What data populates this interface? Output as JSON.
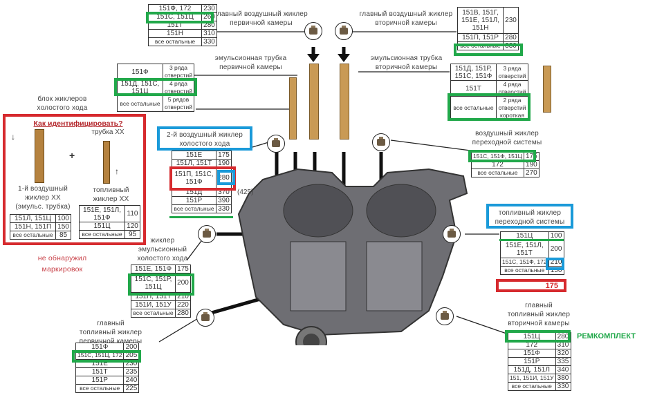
{
  "colors": {
    "green": "#21a84a",
    "red": "#d62a2e",
    "blue": "#1a9ad9",
    "brass": "#c99a55"
  },
  "main_air_primary": {
    "caption_1": "главный воздушный жиклер",
    "caption_2": "первичной камеры",
    "rows": [
      [
        "151Ф, 172",
        "230"
      ],
      [
        "151С, 151Ц",
        "260"
      ],
      [
        "151Т",
        "280"
      ],
      [
        "151Н",
        "310"
      ],
      [
        "все остальные",
        "330"
      ]
    ]
  },
  "main_air_secondary": {
    "caption_1": "главный воздушный жиклер",
    "caption_2": "вторичной камеры",
    "rows": [
      [
        "151В, 151Г, 151Е, 151Л, 151Н",
        "230"
      ],
      [
        "151П, 151Р",
        "280"
      ],
      [
        "все остальные",
        "330"
      ]
    ]
  },
  "emulsion_primary": {
    "caption_1": "эмульсионная трубка",
    "caption_2": "первичной камеры",
    "rows": [
      [
        "151Ф",
        "3 ряда отверстий"
      ],
      [
        "151Д, 151С, 151Ц",
        "4 ряда отверстий"
      ],
      [
        "все остальные",
        "5 рядов отверстий"
      ]
    ]
  },
  "emulsion_secondary": {
    "caption_1": "эмульсионная трубка",
    "caption_2": "вторичной камеры",
    "rows": [
      [
        "151Д, 151Р, 151С, 151Ф",
        "3 ряда отверстий"
      ],
      [
        "151Т",
        "4 ряда отверстий"
      ],
      [
        "все остальные",
        "2 ряда отверстий короткая"
      ]
    ]
  },
  "idle_block": {
    "caption_1": "блок жиклеров",
    "caption_2": "холостого хода",
    "title": "Как идентифицировать?",
    "tube_label": "трубка ХХ",
    "plus": "+",
    "air_label_1": "1-й воздушный",
    "air_label_2": "жиклер ХХ",
    "air_label_3": "(эмульс.   трубка)",
    "fuel_label_1": "топливный",
    "fuel_label_2": "жиклер ХХ",
    "air_rows": [
      [
        "151Л, 151Ц",
        "100"
      ],
      [
        "151Н, 151П",
        "150"
      ],
      [
        "все остальные",
        "85"
      ]
    ],
    "fuel_rows": [
      [
        "151Е, 151Л, 151Ф",
        "110"
      ],
      [
        "151Ц",
        "120"
      ],
      [
        "все остальные",
        "95"
      ]
    ],
    "note_1": "не обнаружил",
    "note_2": "маркировок"
  },
  "idle_air_2": {
    "caption_1": "2-й воздушный жиклер",
    "caption_2": "холостого хода",
    "rows": [
      [
        "151Е",
        "175"
      ],
      [
        "151Л, 151Т",
        "190"
      ],
      [
        "151П, 151С, 151Ф",
        "280"
      ],
      [
        "151Д",
        "370"
      ],
      [
        "151Р",
        "390"
      ],
      [
        "все остальные",
        "330"
      ]
    ],
    "extra": "(425)"
  },
  "transition_air": {
    "caption_1": "воздушный жиклер",
    "caption_2": "переходной системы",
    "rows": [
      [
        "151С, 151Ф, 151Ц",
        "175"
      ],
      [
        "172",
        "190"
      ],
      [
        "все остальные",
        "270"
      ]
    ]
  },
  "transition_fuel": {
    "caption_1": "топливный жиклер",
    "caption_2": "переходной системы",
    "rows": [
      [
        "151Ц",
        "100"
      ],
      [
        "151Е, 151Л, 151Т",
        "200"
      ],
      [
        "151С, 151Ф, 172",
        "210"
      ],
      [
        "все остальные",
        "150"
      ]
    ],
    "note": "175"
  },
  "idle_emulsion": {
    "caption_1": "жиклер",
    "caption_2": "эмульсионный",
    "caption_3": "холостого хода",
    "rows": [
      [
        "151Е, 151Ф",
        "175"
      ],
      [
        "151С, 151Р, 151Ц",
        "200"
      ],
      [
        "151П, 151Т",
        "210"
      ],
      [
        "151И, 151У",
        "220"
      ],
      [
        "все остальные",
        "280"
      ]
    ]
  },
  "main_fuel_primary": {
    "caption_1": "главный",
    "caption_2": "топливный жиклер",
    "caption_3": "первичной камеры",
    "rows": [
      [
        "151Ф",
        "200"
      ],
      [
        "151С, 151Ц, 172",
        "205"
      ],
      [
        "151Е",
        "230"
      ],
      [
        "151Т",
        "235"
      ],
      [
        "151Р",
        "240"
      ],
      [
        "все остальные",
        "225"
      ]
    ]
  },
  "main_fuel_secondary": {
    "caption_1": "главный",
    "caption_2": "топливный жиклер",
    "caption_3": "вторичной камеры",
    "rows": [
      [
        "151Ц",
        "280"
      ],
      [
        "172",
        "310"
      ],
      [
        "151Ф",
        "320"
      ],
      [
        "151Р",
        "335"
      ],
      [
        "151Д, 151Л",
        "340"
      ],
      [
        "151, 151И, 151У",
        "380"
      ],
      [
        "все остальные",
        "330"
      ]
    ],
    "kit_label": "РЕМКОМПЛЕКТ"
  }
}
